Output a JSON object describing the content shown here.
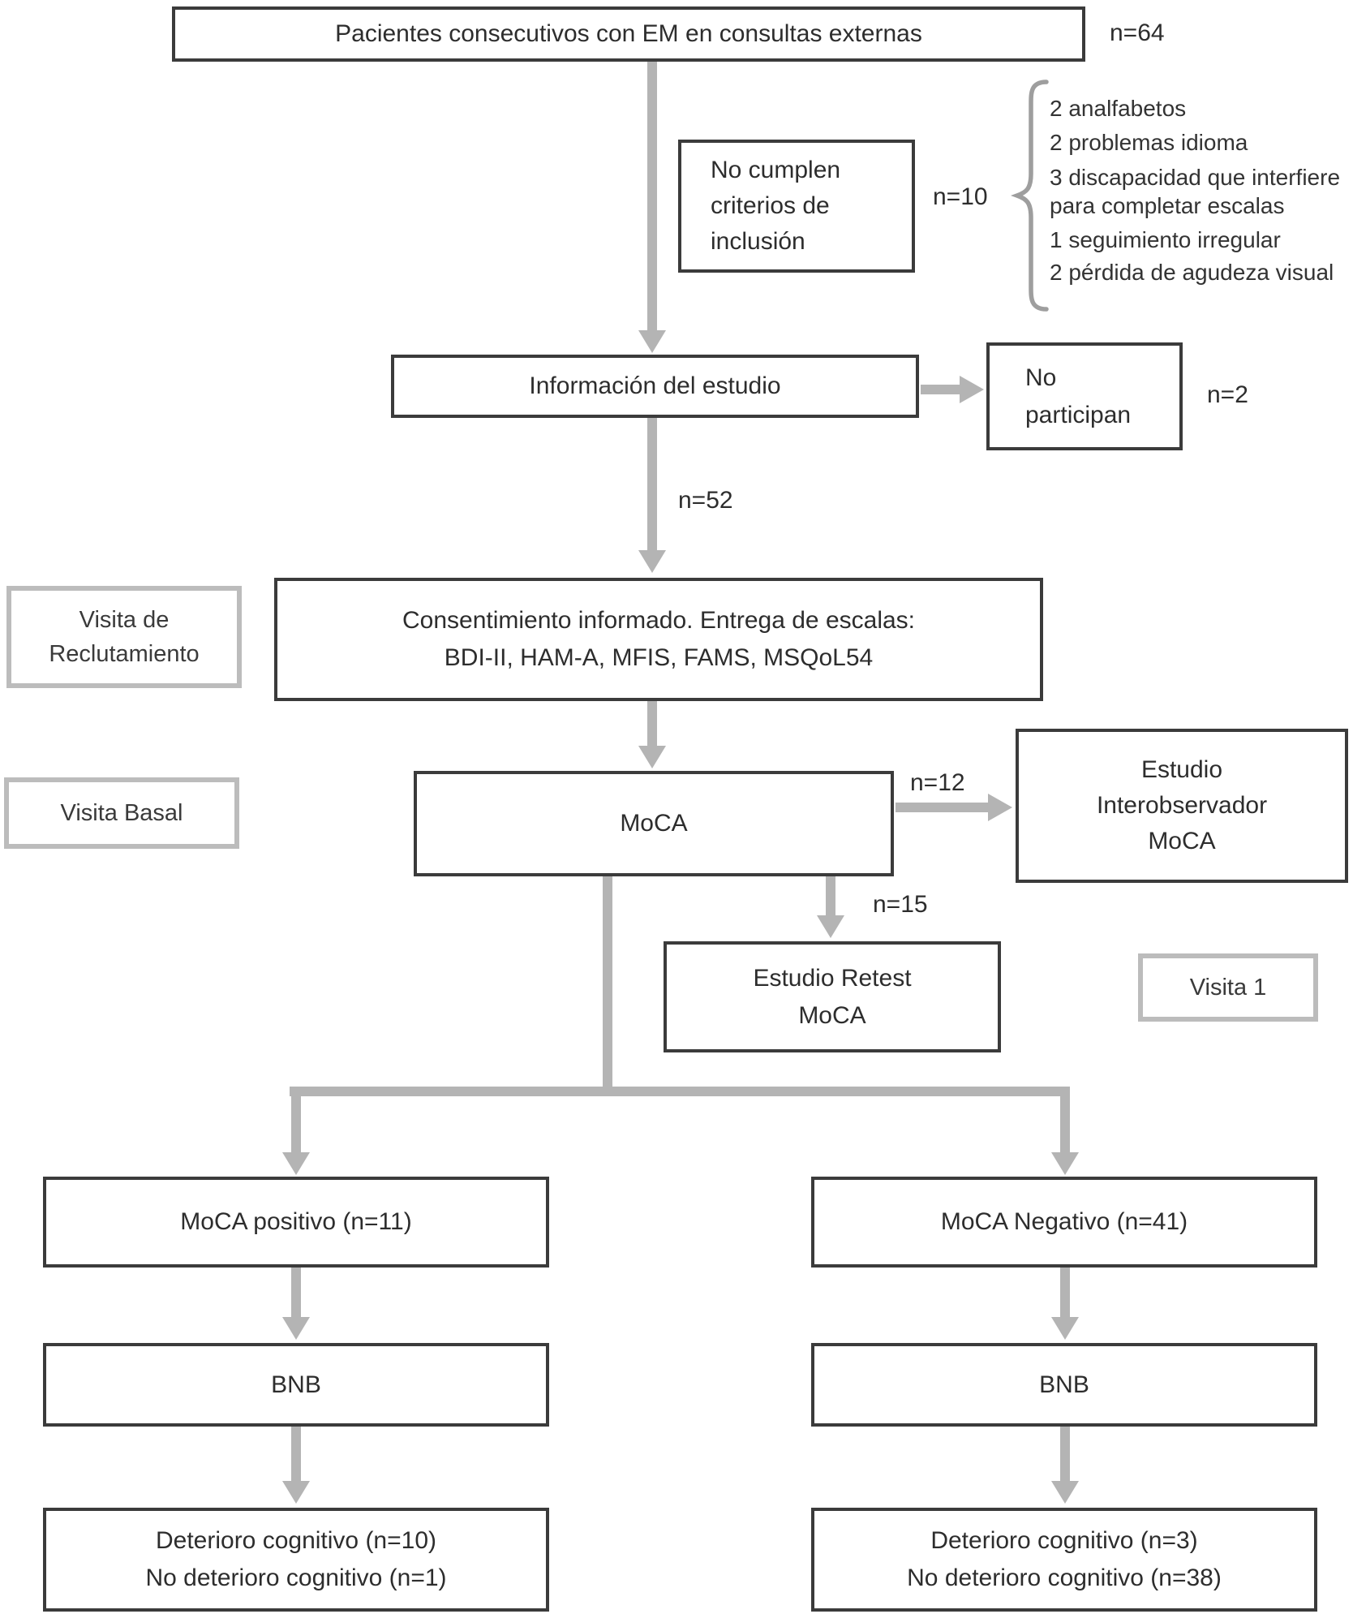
{
  "diagram": {
    "boxes": {
      "patients": "Pacientes consecutivos con EM en consultas externas",
      "no_cumplen": [
        "No cumplen",
        "criterios de",
        "inclusión"
      ],
      "informacion": "Información del estudio",
      "no_participan": [
        "No",
        "participan"
      ],
      "consentimiento": [
        "Consentimiento informado. Entrega de escalas:",
        "BDI-II, HAM-A, MFIS, FAMS, MSQoL54"
      ],
      "moca": "MoCA",
      "interobservador": [
        "Estudio",
        "Interobservador",
        "MoCA"
      ],
      "retest": [
        "Estudio Retest",
        "MoCA"
      ],
      "moca_positivo": "MoCA positivo (n=11)",
      "moca_negativo": "MoCA Negativo (n=41)",
      "bnb_left": "BNB",
      "bnb_right": "BNB",
      "outcome_left": [
        "Deterioro cognitivo (n=10)",
        "No deterioro cognitivo (n=1)"
      ],
      "outcome_right": [
        "Deterioro cognitivo (n=3)",
        "No deterioro cognitivo (n=38)"
      ]
    },
    "stage_labels": {
      "reclutamiento": [
        "Visita de",
        "Reclutamiento"
      ],
      "basal": "Visita Basal",
      "visita1": "Visita 1"
    },
    "counts": {
      "inicial": "n=64",
      "excluidos": "n=10",
      "no_participan": "n=2",
      "informados": "n=52",
      "interobservador": "n=12",
      "retest": "n=15"
    },
    "exclusiones": [
      "2 analfabetos",
      "2 problemas idioma",
      "3 discapacidad que interfiere",
      "para completar escalas",
      "1 seguimiento irregular",
      "2 pérdida de agudeza visual"
    ],
    "colors": {
      "box_border": "#3b3b3b",
      "stage_label_border": "#bcbcbc",
      "arrow": "#b4b4b4",
      "text": "#2d2d2d"
    }
  }
}
